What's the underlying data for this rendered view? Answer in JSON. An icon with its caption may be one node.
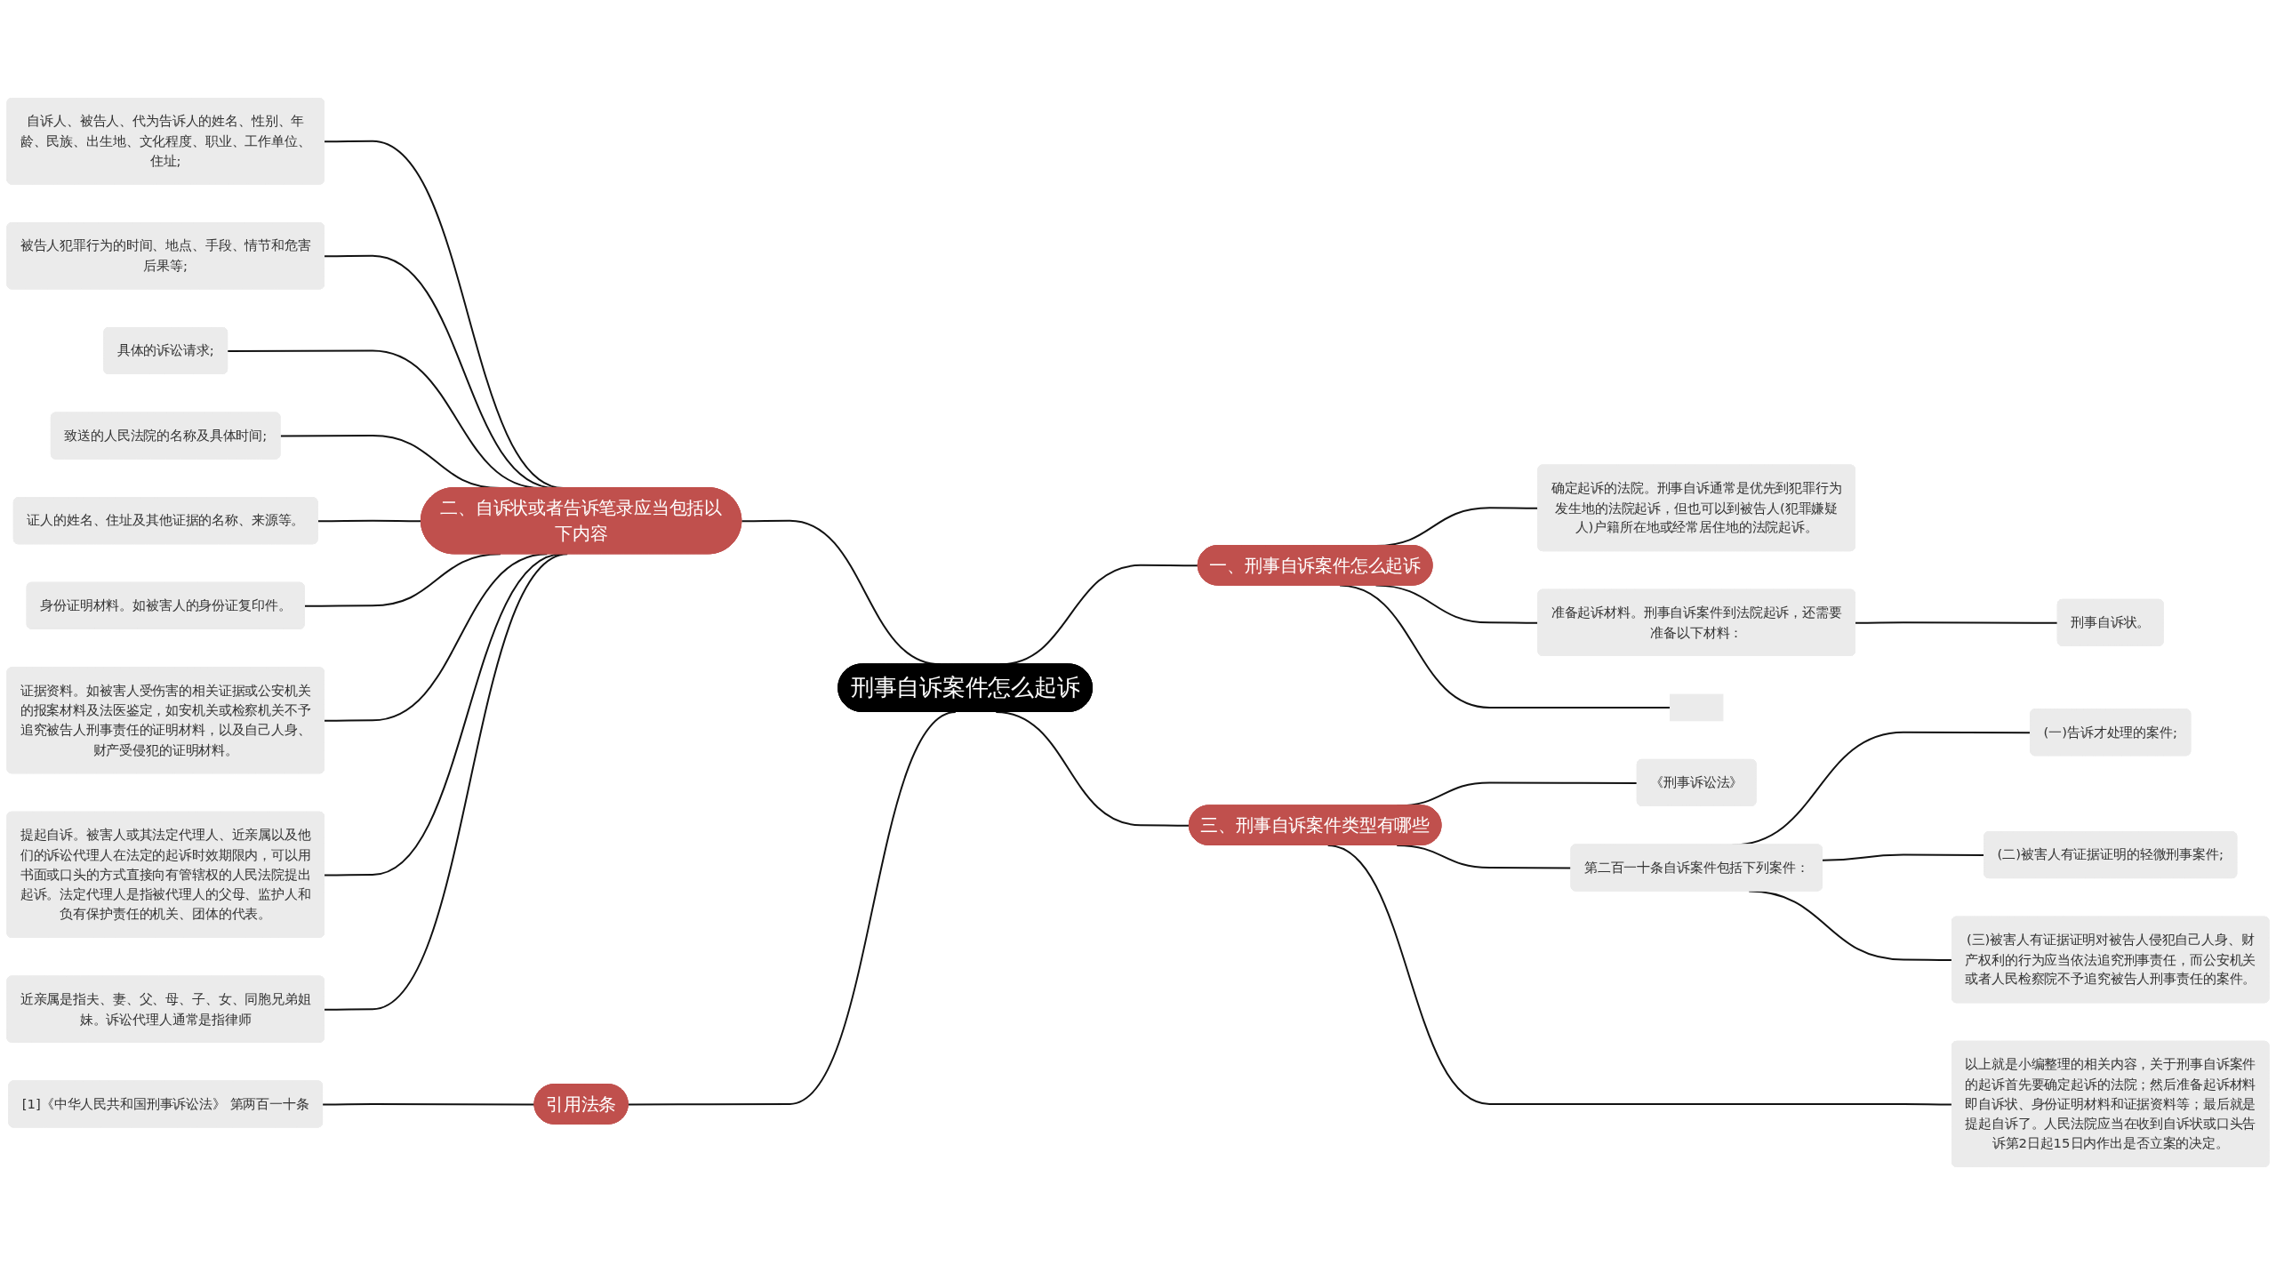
{
  "diagram": {
    "nodes": [
      {
        "text": [
          "刑事自诉案件怎么起诉"
        ]
      },
      {
        "text": [
          "一、刑事自诉案件怎么起诉"
        ]
      },
      {
        "text": [
          "确定起诉的法院。刑事自诉通常是优先到犯罪行为发生地的法院起诉，但也可以到被告人(犯罪嫌疑人)户籍所在地或经常居住地的法院起诉。"
        ]
      },
      {
        "text": [
          "准备起诉材料。刑事自诉案件到法院起诉，还需要准备以下材料："
        ]
      },
      {
        "text": [
          "刑事自诉状。"
        ]
      },
      {
        "text": [],
        "shape": "box"
      },
      {
        "text": [
          "二、自诉状或者告诉笔录应当包括以下内容"
        ]
      },
      {
        "text": [
          "自诉人、被告人、代为告诉人的姓名、性别、年龄、民族、出生地、文化程度、职业、工作单位、住址;"
        ]
      },
      {
        "text": [
          "被告人犯罪行为的时间、地点、手段、情节和危害后果等;"
        ]
      },
      {
        "text": [
          "具体的诉讼请求;"
        ]
      },
      {
        "text": [
          "致送的人民法院的名称及具体时间;"
        ]
      },
      {
        "text": [
          "证人的姓名、住址及其他证据的名称、来源等。"
        ]
      },
      {
        "text": [
          "身份证明材料。如被害人的身份证复印件。"
        ]
      },
      {
        "text": [
          "证据资料。如被害人受伤害的相关证据或公安机关的报案材料及法医鉴定，如安机关或检察机关不予追究被告人刑事责任的证明材料，以及自己人身、财产受侵犯的证明材料。"
        ]
      },
      {
        "text": [
          "提起自诉。被害人或其法定代理人、近亲属以及他们的诉讼代理人在法定的起诉时效期限内，可以用书面或口头的方式直接向有管辖权的人民法院提出起诉。法定代理人是指被代理人的父母、监护人和负有保护责任的机关、团体的代表。"
        ]
      },
      {
        "text": [
          "近亲属是指夫、妻、父、母、子、女、同胞兄弟姐妹。诉讼代理人通常是指律师"
        ]
      },
      {
        "text": [
          "三、刑事自诉案件类型有哪些"
        ]
      },
      {
        "text": [
          "《刑事诉讼法》"
        ]
      },
      {
        "text": [
          "第二百一十条自诉案件包括下列案件："
        ]
      },
      {
        "text": [
          "(一)告诉才处理的案件;"
        ]
      },
      {
        "text": [
          "(二)被害人有证据证明的轻微刑事案件;"
        ]
      },
      {
        "text": [
          "(三)被害人有证据证明对被告人侵犯自己人身、财产权利的行为应当依法追究刑事责任，而公安机关或者人民检察院不予追究被告人刑事责任的案件。"
        ]
      },
      {
        "text": [
          "以上就是小编整理的相关内容，关于刑事自诉案件的起诉首先要确定起诉的法院；然后准备起诉材料即自诉状、身份证明材料和证据资料等；最后就是提起自诉了。人民法院应当在收到自诉状或口头告诉第2日起15日内作出是否立案的决定。"
        ]
      },
      {
        "text": [
          "引用法条"
        ]
      },
      {
        "text": [
          "[1]《中华人民共和国刑事诉讼法》 第两百一十条"
        ]
      }
    ],
    "edges": [
      {
        "from": 0,
        "to": 1,
        "arrow": "none"
      },
      {
        "from": 1,
        "to": 2,
        "arrow": "none"
      },
      {
        "from": 1,
        "to": 3,
        "arrow": "none"
      },
      {
        "from": 3,
        "to": 4,
        "arrow": "none"
      },
      {
        "from": 1,
        "to": 5,
        "arrow": "none"
      },
      {
        "from": 6,
        "to": 0,
        "arrow": "none"
      },
      {
        "from": 7,
        "to": 6,
        "arrow": "none"
      },
      {
        "from": 8,
        "to": 6,
        "arrow": "none"
      },
      {
        "from": 9,
        "to": 6,
        "arrow": "none"
      },
      {
        "from": 10,
        "to": 6,
        "arrow": "none"
      },
      {
        "from": 11,
        "to": 6,
        "arrow": "none"
      },
      {
        "from": 12,
        "to": 6,
        "arrow": "none"
      },
      {
        "from": 13,
        "to": 6,
        "arrow": "none"
      },
      {
        "from": 14,
        "to": 6,
        "arrow": "none"
      },
      {
        "from": 15,
        "to": 6,
        "arrow": "none"
      },
      {
        "from": 0,
        "to": 16,
        "arrow": "none"
      },
      {
        "from": 16,
        "to": 17,
        "arrow": "none"
      },
      {
        "from": 16,
        "to": 18,
        "arrow": "none"
      },
      {
        "from": 18,
        "to": 19,
        "arrow": "none"
      },
      {
        "from": 18,
        "to": 20,
        "arrow": "none"
      },
      {
        "from": 18,
        "to": 21,
        "arrow": "none"
      },
      {
        "from": 16,
        "to": 22,
        "arrow": "none"
      },
      {
        "from": 23,
        "to": 0,
        "arrow": "none"
      },
      {
        "from": 24,
        "to": 23,
        "arrow": "none"
      }
    ]
  }
}
